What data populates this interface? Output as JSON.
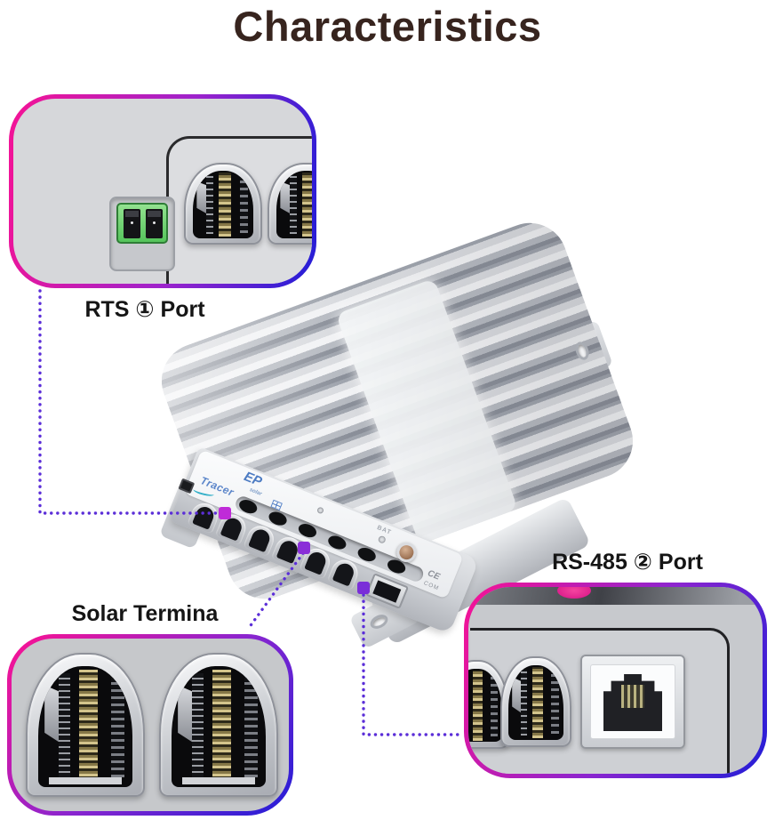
{
  "title": "Characteristics",
  "callouts": {
    "rts": {
      "label": "RTS ① Port"
    },
    "solar_terminal": {
      "label": "Solar Termina"
    },
    "rs485": {
      "label": "RS-485 ② Port"
    }
  },
  "device": {
    "brand": "EP",
    "brand_sub": "solar",
    "model": "Tracer",
    "bat_label": "BAT",
    "ce_mark": "CE",
    "com_label": "COM"
  },
  "colors": {
    "title_text": "#37241e",
    "label_text": "#151515",
    "callout_gradient_start": "#f01498",
    "callout_gradient_end": "#2b1ed6",
    "pointer_line": "#5b2ed8",
    "marker_magenta": "#bf2bd8",
    "marker_purple": "#8a2ed8",
    "rts_connector_green": "#6fd46f",
    "device_body_gray": "#c9ccd2"
  }
}
